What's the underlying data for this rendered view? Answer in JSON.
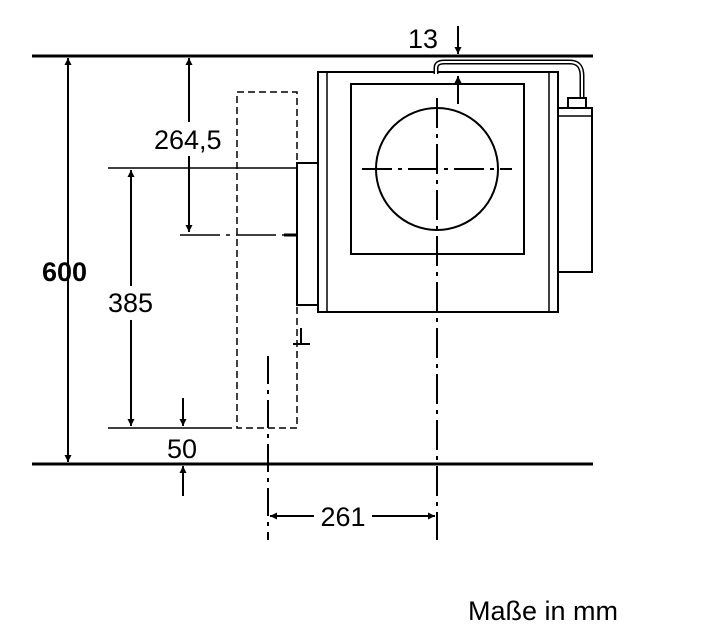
{
  "diagram": {
    "dimensions": {
      "height_total": "600",
      "duct_center_height": "264,5",
      "side_center_height": "385",
      "bottom_offset": "50",
      "top_offset": "13",
      "horizontal_offset": "261"
    },
    "caption": "Maße in mm",
    "colors": {
      "line": "#000000",
      "background": "#ffffff"
    }
  }
}
